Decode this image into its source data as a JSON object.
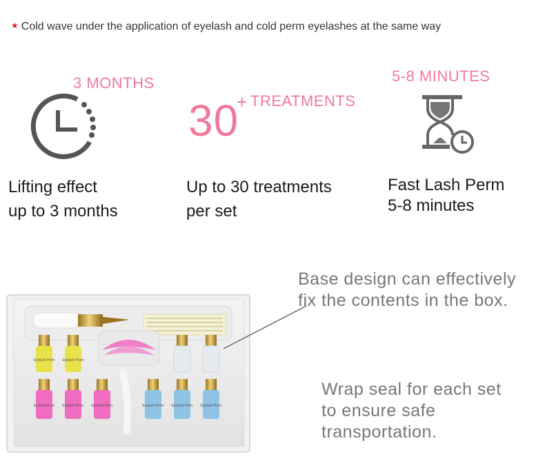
{
  "header": {
    "star": "★",
    "text": "Cold wave under the application of eyelash and cold perm eyelashes at the same way"
  },
  "features": [
    {
      "highlight": "3 MONTHS",
      "icon": "clock-dotted-icon",
      "line1": "Lifting effect",
      "line2": "up to 3 months"
    },
    {
      "number": "30",
      "plus": "+",
      "highlight": "TREATMENTS",
      "line1": "Up to 30 treatments",
      "line2": "per set"
    },
    {
      "highlight": "5-8 MINUTES",
      "icon": "hourglass-clock-icon",
      "line1": "Fast Lash Perm",
      "line2": "5-8 minutes"
    }
  ],
  "notes": {
    "base_line1": "Base design can effectively",
    "base_line2": "fix the contents in the box.",
    "wrap_line1": "Wrap seal for each set",
    "wrap_line2": "to ensure safe",
    "wrap_line3": "transportation."
  },
  "product": {
    "bottle_label": "Eyelash Perm",
    "colors": {
      "yellow": "#e8e24a",
      "pink": "#f06cc0",
      "blue": "#8fc3e6",
      "clear": "#e6ebef",
      "cap": "#d4a640",
      "accent": "#f07a9c"
    }
  }
}
